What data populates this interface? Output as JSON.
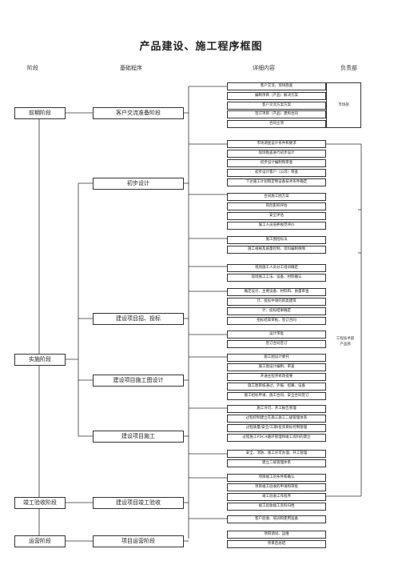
{
  "title": "产品建设、施工程序框图",
  "headers": {
    "stage": "阶段",
    "basic": "基础程序",
    "detail": "详细内容",
    "resp": "负责部"
  },
  "stages": [
    "前期阶段",
    "实施阶段",
    "竣工验收阶段",
    "运营阶段"
  ],
  "procedures": [
    "客户交流准备阶段",
    "初步设计",
    "建设项目招、投标",
    "建设项目施工图设计",
    "建设项目施工",
    "建设项目竣工验收",
    "项目运营阶段"
  ],
  "details": [
    "客户交流、现场勘查",
    "编制项目（产品）解决方案",
    "客户交流方案方案",
    "签订项目（产品）建构合同",
    "合同立项",
    "市场调查设计条件和要求",
    "现场勘查进行初步设计",
    "初步设计编制和审查",
    "初步设计客户（公司）审查",
    "下达施工计划和定制设备技术条件确定",
    "合同施工图方案",
    "风险影响评估",
    "安全评估",
    "施工人员培养规范评价",
    "施工图招标法",
    "施工规格及质量控制、资料编制保障",
    "现场施工人员分工培训确定",
    "现场施工工法、设备、材料确认",
    "确定设计、主要设备、材料和、质量审查",
    "计、投标中请的新类建筑",
    "计、投标结果确定",
    "招标结束审批、签订合同",
    "设计审批",
    "签订合同签订",
    "施工图设计委托",
    "施工图设计编制、审查",
    "开通主程序修改提要",
    "施工图审核通过，外报、招募、设备",
    "施工招标申请、施工合同、安全合同签订",
    "施工许可、开工报告管理",
    "过程控制建立在施工施工二级管理体系",
    "过程质量/安全/工期/投资目标控制管理",
    "过程施工PDCA循环管理和竣工资料的建立",
    "安全、消防、施工许可办理、开工管理",
    "建立二级管理体系",
    "项目竣工的条件和确认",
    "项目竣工验收的申请和审批",
    "竣工验收工作程序",
    "竣工验收竣工资料归档",
    "客户验收、培训和使用准备",
    "项目调试、运维",
    "项目后总结"
  ],
  "responsible": {
    "market": "市场部",
    "engineering": "工程技术部\n产品部"
  },
  "colors": {
    "line": "#333333",
    "text": "#222222",
    "background": "#ffffff"
  }
}
